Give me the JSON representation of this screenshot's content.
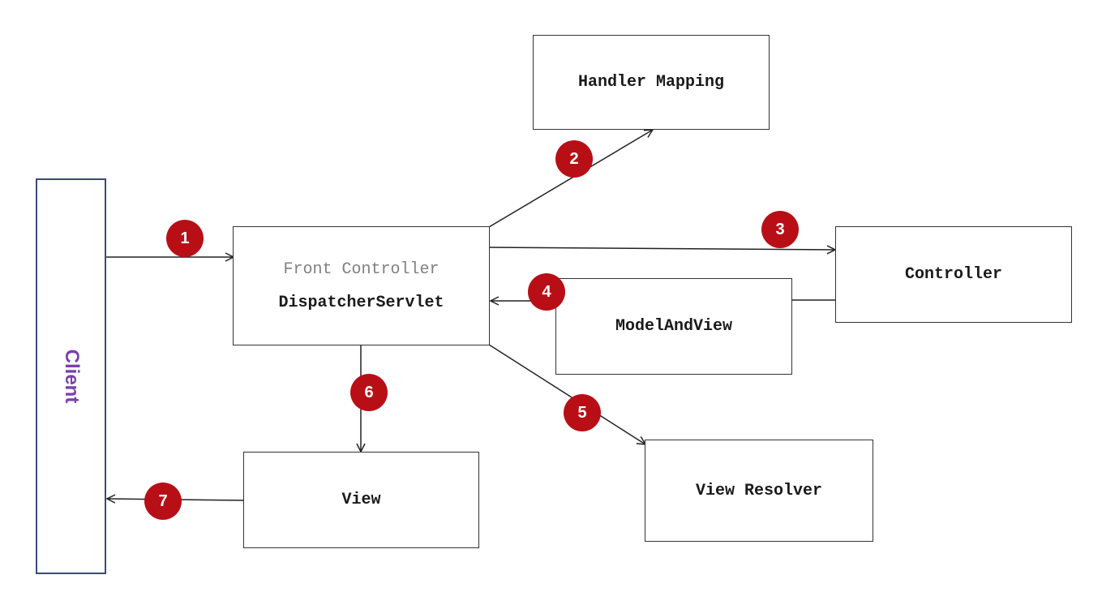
{
  "client": {
    "label": "Client"
  },
  "boxes": {
    "handler_mapping": "Handler Mapping",
    "dispatcher_subtitle": "Front Controller",
    "dispatcher_title": "DispatcherServlet",
    "controller": "Controller",
    "model_and_view": "ModelAndView",
    "view_resolver": "View Resolver",
    "view": "View"
  },
  "steps": [
    "1",
    "2",
    "3",
    "4",
    "5",
    "6",
    "7"
  ],
  "colors": {
    "badge": "#b80f17",
    "client_label": "#7a3fb0",
    "client_border": "#3a4a7a"
  }
}
